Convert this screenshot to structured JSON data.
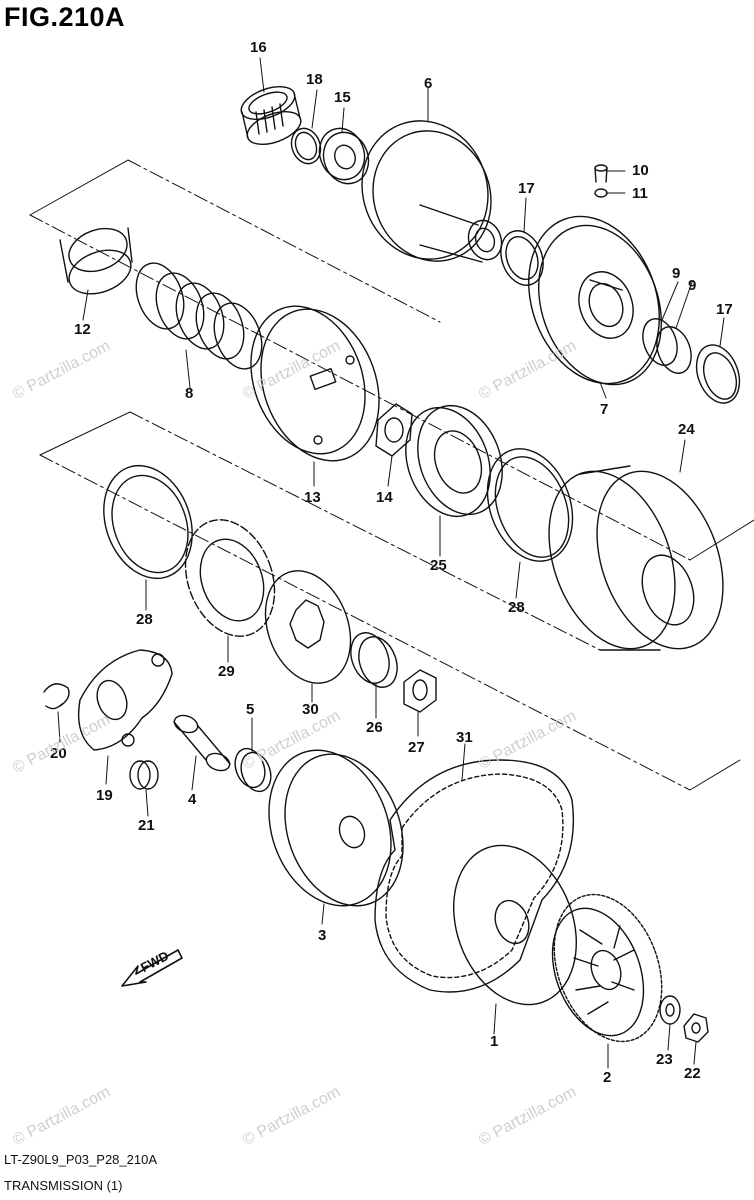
{
  "figure": {
    "title": "FIG.210A",
    "code": "LT-Z90L9_P03_P28_210A",
    "name": "TRANSMISSION (1)"
  },
  "direction_label": "FWD",
  "watermark": "© Partzilla.com",
  "callouts": [
    {
      "id": "c16",
      "text": "16"
    },
    {
      "id": "c18",
      "text": "18"
    },
    {
      "id": "c15",
      "text": "15"
    },
    {
      "id": "c6",
      "text": "6"
    },
    {
      "id": "c10",
      "text": "10"
    },
    {
      "id": "c11",
      "text": "11"
    },
    {
      "id": "c17a",
      "text": "17"
    },
    {
      "id": "c17b",
      "text": "17"
    },
    {
      "id": "c9a",
      "text": "9"
    },
    {
      "id": "c9b",
      "text": "9"
    },
    {
      "id": "c12",
      "text": "12"
    },
    {
      "id": "c8",
      "text": "8"
    },
    {
      "id": "c7",
      "text": "7"
    },
    {
      "id": "c13",
      "text": "13"
    },
    {
      "id": "c14",
      "text": "14"
    },
    {
      "id": "c25",
      "text": "25"
    },
    {
      "id": "c24",
      "text": "24"
    },
    {
      "id": "c28a",
      "text": "28"
    },
    {
      "id": "c28b",
      "text": "28"
    },
    {
      "id": "c29",
      "text": "29"
    },
    {
      "id": "c30",
      "text": "30"
    },
    {
      "id": "c26",
      "text": "26"
    },
    {
      "id": "c27",
      "text": "27"
    },
    {
      "id": "c20",
      "text": "20"
    },
    {
      "id": "c19",
      "text": "19"
    },
    {
      "id": "c4",
      "text": "4"
    },
    {
      "id": "c5",
      "text": "5"
    },
    {
      "id": "c21",
      "text": "21"
    },
    {
      "id": "c31",
      "text": "31"
    },
    {
      "id": "c3",
      "text": "3"
    },
    {
      "id": "c1",
      "text": "1"
    },
    {
      "id": "c2",
      "text": "2"
    },
    {
      "id": "c23",
      "text": "23"
    },
    {
      "id": "c22",
      "text": "22"
    }
  ]
}
